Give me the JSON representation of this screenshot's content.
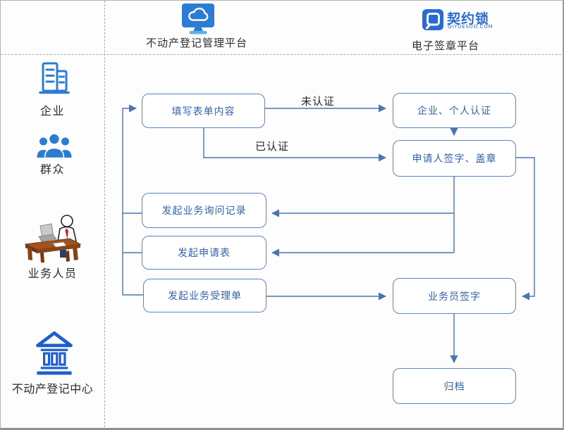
{
  "header": {
    "left_platform": {
      "label": "不动产登记管理平台",
      "icon": "cloud-monitor-icon"
    },
    "right_platform": {
      "label": "电子签章平台",
      "logo_text": "契约锁",
      "logo_subtext": "QIYUESUO.COM",
      "icon": "qiyuesuo-logo-icon"
    }
  },
  "sidebar": {
    "items": [
      {
        "label": "企业",
        "icon": "buildings-icon"
      },
      {
        "label": "群众",
        "icon": "people-icon"
      },
      {
        "label": "业务人员",
        "icon": "desk-worker-icon"
      },
      {
        "label": "不动产登记中心",
        "icon": "bank-icon"
      }
    ]
  },
  "flowchart": {
    "nodes": [
      {
        "id": "fill_form",
        "label": "填写表单内容"
      },
      {
        "id": "auth",
        "label": "企业、个人认证"
      },
      {
        "id": "applicant_sign",
        "label": "申请人签字、盖章"
      },
      {
        "id": "inquiry_record",
        "label": "发起业务询问记录"
      },
      {
        "id": "application_form",
        "label": "发起申请表"
      },
      {
        "id": "acceptance_form",
        "label": "发起业务受理单"
      },
      {
        "id": "clerk_sign",
        "label": "业务员签字"
      },
      {
        "id": "archive",
        "label": "归档"
      }
    ],
    "edge_labels": {
      "not_authenticated": "未认证",
      "authenticated": "已认证"
    },
    "edges": [
      {
        "from": "fill_form",
        "to": "auth",
        "label": "未认证"
      },
      {
        "from": "fill_form",
        "to": "applicant_sign",
        "label": "已认证"
      },
      {
        "from": "auth",
        "to": "applicant_sign",
        "label": ""
      },
      {
        "from": "applicant_sign",
        "to": "inquiry_record",
        "label": ""
      },
      {
        "from": "applicant_sign",
        "to": "application_form",
        "label": ""
      },
      {
        "from": "applicant_sign",
        "to": "clerk_sign",
        "label": ""
      },
      {
        "from": "inquiry_record",
        "to": "fill_form",
        "label": ""
      },
      {
        "from": "application_form",
        "to": "fill_form",
        "label": ""
      },
      {
        "from": "acceptance_form",
        "to": "fill_form",
        "label": ""
      },
      {
        "from": "acceptance_form",
        "to": "clerk_sign",
        "label": ""
      },
      {
        "from": "clerk_sign",
        "to": "archive",
        "label": ""
      }
    ]
  },
  "colors": {
    "icon_blue": "#2a7dd2",
    "logo_blue": "#2a6ad3",
    "bank_blue": "#1e5ecc",
    "box_border": "#5c84c2",
    "box_text": "#3063ae",
    "connector": "#4a74b2",
    "desk_brown": "#a0521f"
  }
}
